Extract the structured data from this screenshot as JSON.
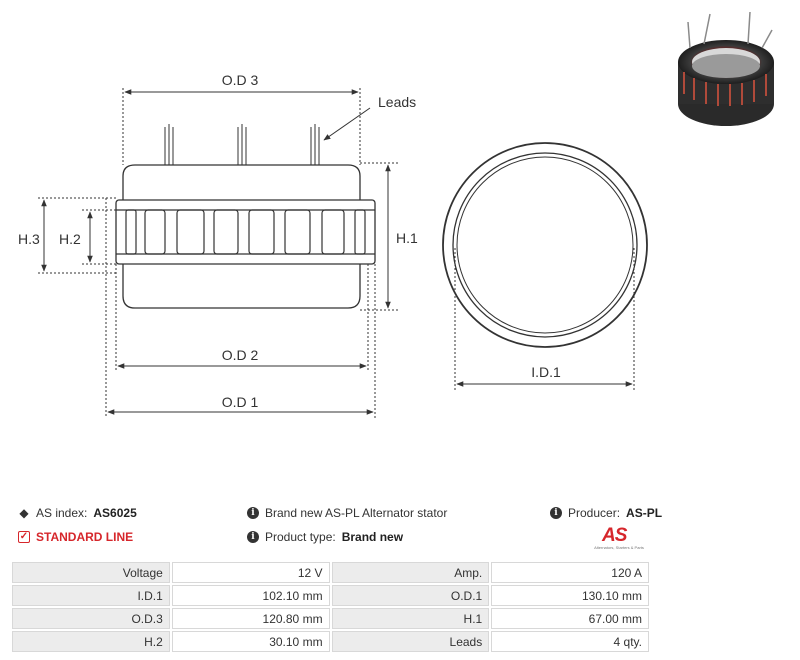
{
  "drawing": {
    "labels": {
      "od3": "O.D 3",
      "leads": "Leads",
      "h3": "H.3",
      "h2": "H.2",
      "h1": "H.1",
      "od2": "O.D 2",
      "od1": "O.D 1",
      "id1": "I.D.1"
    }
  },
  "product_photo": {
    "icon": "stator-photo"
  },
  "info": {
    "as_index_label": "AS index:",
    "as_index_value": "AS6025",
    "standard_line": "STANDARD LINE",
    "description": "Brand new AS-PL Alternator stator",
    "product_type_label": "Product type:",
    "product_type_value": "Brand new",
    "producer_label": "Producer:",
    "producer_value": "AS-PL"
  },
  "logo": {
    "mark": "AS",
    "tagline": "Alternators, Starters & Parts"
  },
  "specs": [
    [
      "Voltage",
      "12 V",
      "Amp.",
      "120 A"
    ],
    [
      "I.D.1",
      "102.10 mm",
      "O.D.1",
      "130.10 mm"
    ],
    [
      "O.D.3",
      "120.80 mm",
      "H.1",
      "67.00 mm"
    ],
    [
      "H.2",
      "30.10 mm",
      "Leads",
      "4 qty."
    ]
  ],
  "colors": {
    "accent_red": "#d6262b",
    "line": "#333333",
    "label_cell": "#ececec"
  }
}
